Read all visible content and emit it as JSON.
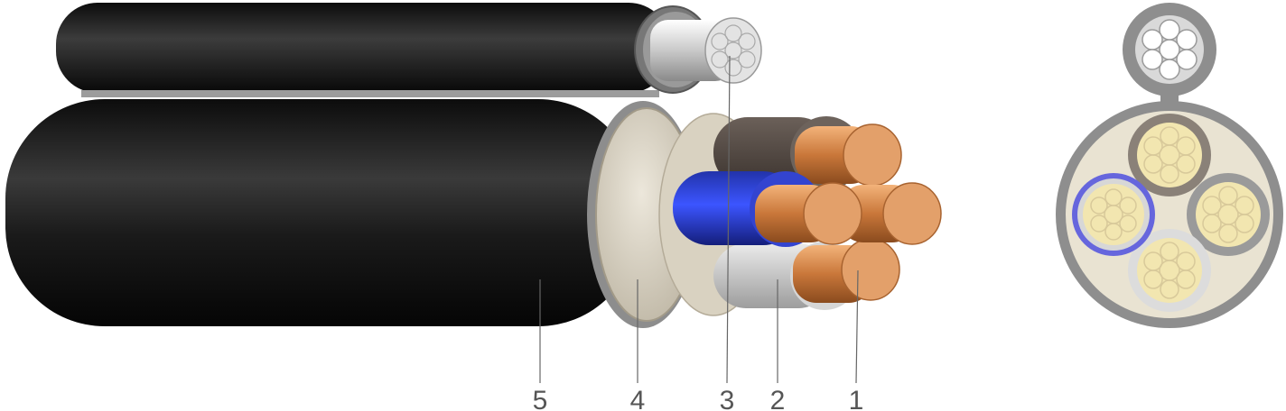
{
  "callouts": [
    {
      "id": "5",
      "label": "5"
    },
    {
      "id": "4",
      "label": "4"
    },
    {
      "id": "3",
      "label": "3"
    },
    {
      "id": "2",
      "label": "2"
    },
    {
      "id": "1",
      "label": "1"
    }
  ],
  "colors": {
    "outer_sheath": "#1c1c1c",
    "inner_sheath": "#d8d2c2",
    "metal_conductor": "#d8d8d8",
    "copper": "#c97a3a",
    "blue_insulation": "#2f3fd8",
    "brown_insulation": "#5a4f47",
    "grey_insulation": "#c8c8c8",
    "cross_section_fill": "#e9e3d2",
    "cross_section_border": "#8e8e8e",
    "cross_section_conductor": "#f2e6b0",
    "callout_line": "#666666"
  }
}
